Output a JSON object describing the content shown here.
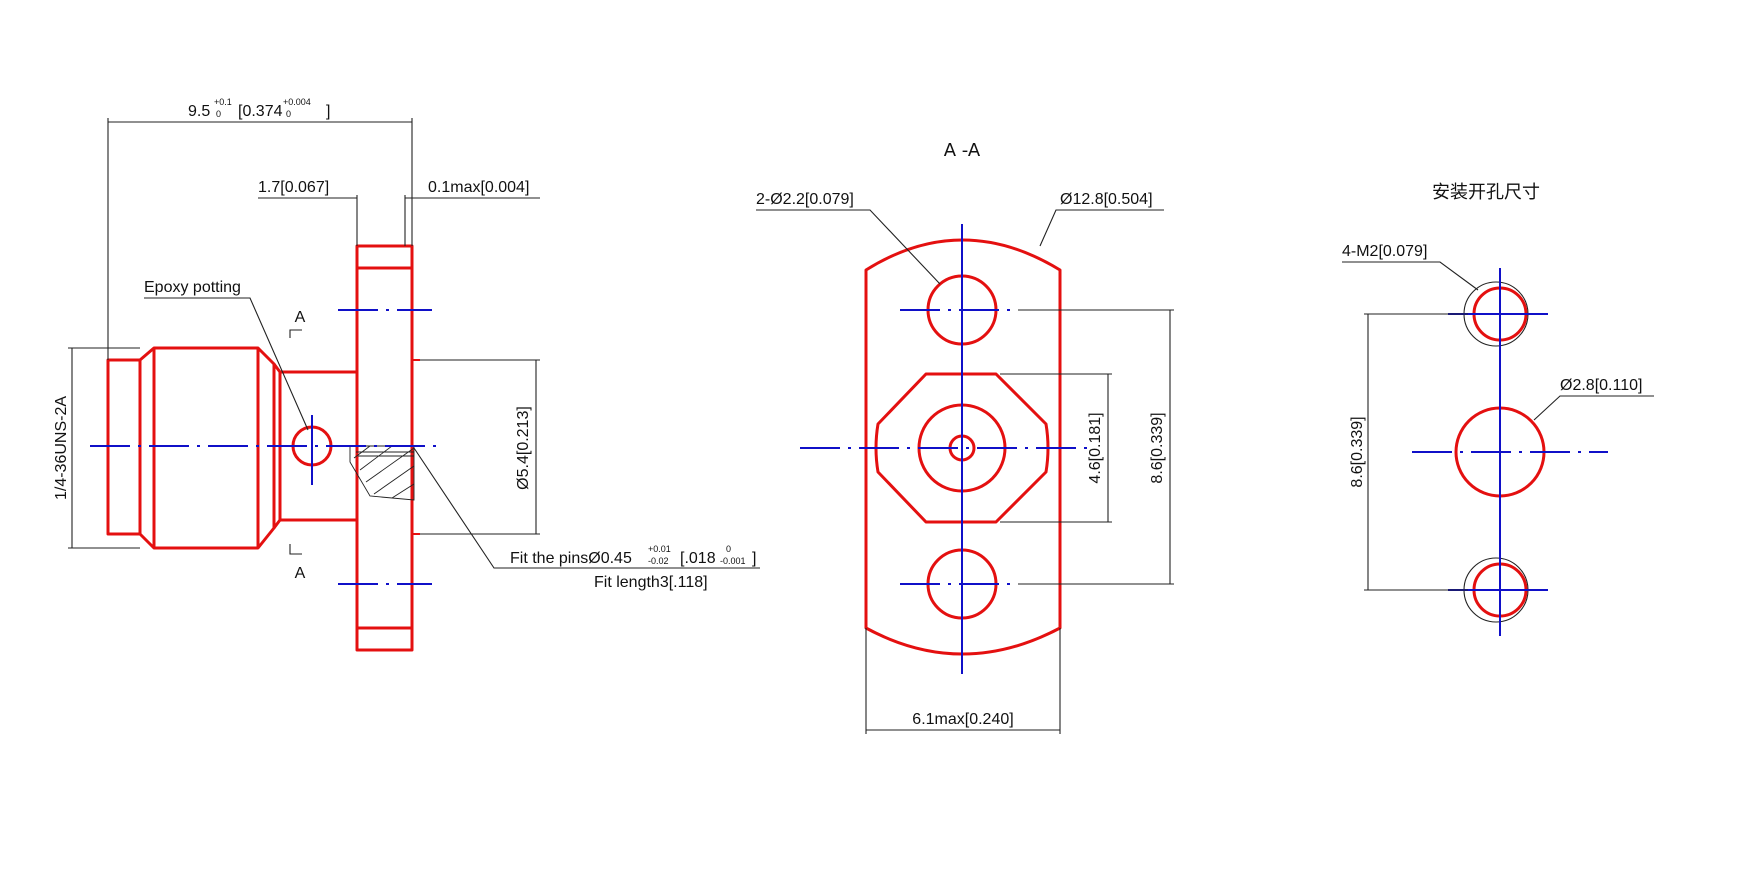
{
  "side_view": {
    "overall_length": {
      "main": "9.5",
      "tol_upper": "+0.1",
      "tol_lower": "0",
      "inch": "[0.374",
      "inch_tol_upper": "+0.004",
      "inch_tol_lower": "0",
      "close": "]"
    },
    "flange_thickness": "1.7[0.067]",
    "gap_max": "0.1max[0.004]",
    "epoxy_label": "Epoxy potting",
    "section_mark": "A",
    "thread_spec": "1/4-36UNS-2A",
    "body_diameter": "Ø5.4[0.213]",
    "pin_fit": {
      "prefix": "Fit the pinsØ0.45",
      "tol_upper": "+0.01",
      "tol_lower": "-0.02",
      "inch": "[.018",
      "inch_tol_upper": "0",
      "inch_tol_lower": "-0.001",
      "close": "]"
    },
    "fit_length": "Fit length3[.118]"
  },
  "section_view": {
    "title": "A -A",
    "hole_callout": "2-Ø2.2[0.079]",
    "flange_diameter": "Ø12.8[0.504]",
    "inner_height": "4.6[0.181]",
    "hole_spacing": "8.6[0.339]",
    "flange_width": "6.1max[0.240]"
  },
  "mounting_view": {
    "title": "安装开孔尺寸",
    "screw_callout": "4-M2[0.079]",
    "center_hole": "Ø2.8[0.110]",
    "hole_spacing": "8.6[0.339]"
  },
  "colors": {
    "part": "#e41010",
    "centerline": "#1010c8",
    "dimension": "#222222"
  }
}
